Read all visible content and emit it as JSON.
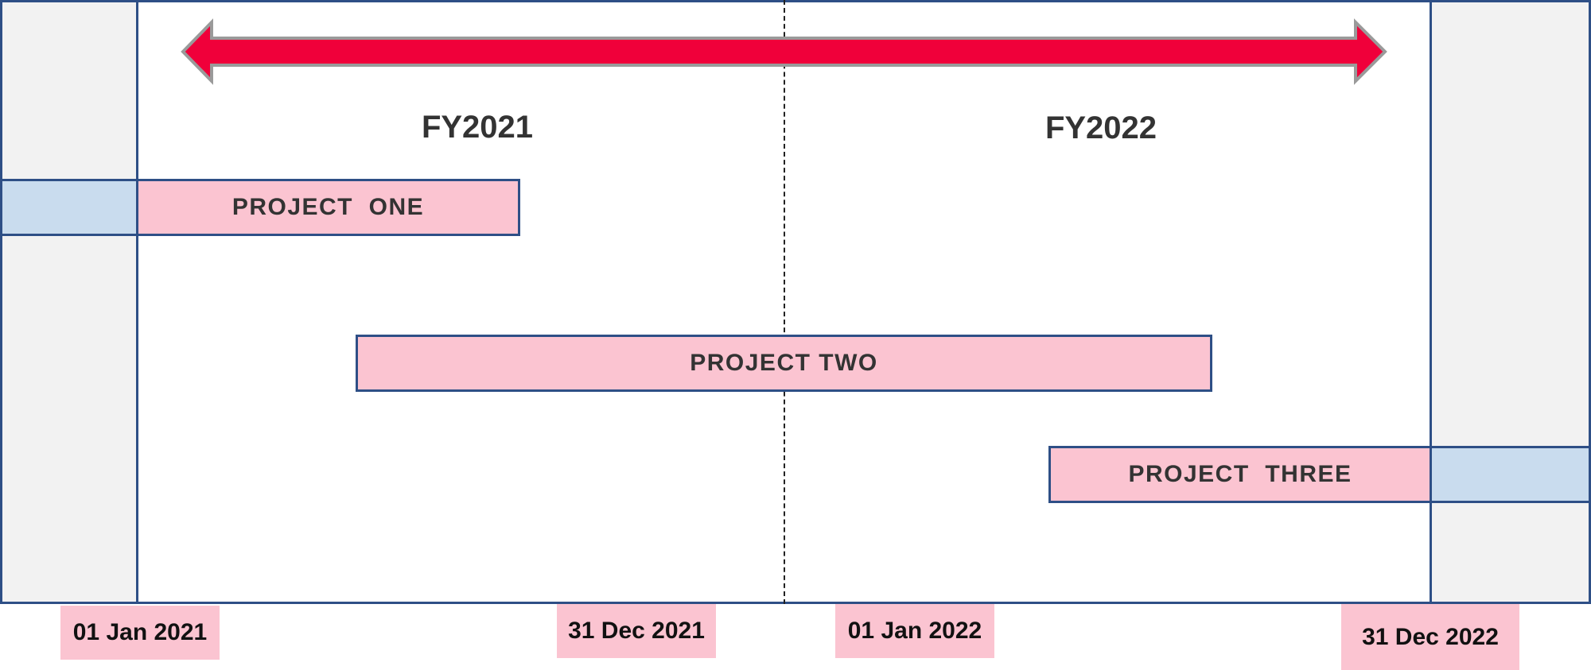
{
  "arrow": {
    "fill": "#f0003a",
    "stroke": "#9a9a9a"
  },
  "fiscal_years": [
    "FY2021",
    "FY2022"
  ],
  "projects": [
    {
      "label": "PROJECT  ONE"
    },
    {
      "label": "PROJECT TWO"
    },
    {
      "label": "PROJECT  THREE"
    }
  ],
  "dates": [
    "01 Jan 2021",
    "31 Dec 2021",
    "01 Jan 2022",
    "31 Dec 2022"
  ],
  "colors": {
    "border": "#2e4f86",
    "project_fill": "#fbc4d1",
    "extension_fill": "#c9dcee",
    "side_fill": "#f2f2f2"
  }
}
